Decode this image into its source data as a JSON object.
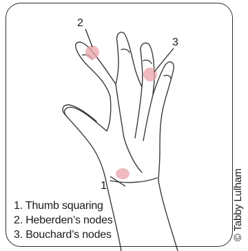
{
  "figure": {
    "callouts": [
      {
        "id": "1",
        "label": "Thumb squaring"
      },
      {
        "id": "2",
        "label": "Heberden’s nodes"
      },
      {
        "id": "3",
        "label": "Bouchard’s nodes"
      }
    ],
    "credit": "© Tabby Lulham",
    "colors": {
      "outline": "#3a3a3a",
      "highlight": "#e9a4a8",
      "border": "#2b2b2b"
    }
  }
}
